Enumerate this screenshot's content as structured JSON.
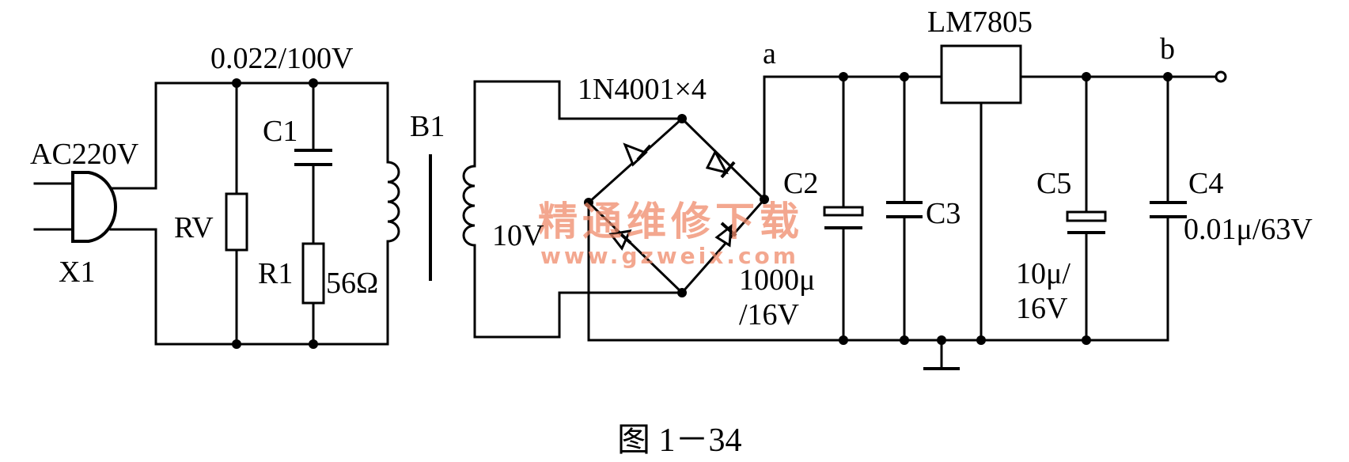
{
  "labels": {
    "ac": "AC220V",
    "plug": "X1",
    "rv": "RV",
    "c1": "C1",
    "c1_value": "0.022/100V",
    "r1": "R1",
    "r1_value": "56Ω",
    "transformer": "B1",
    "secondary": "10V",
    "bridge": "1N4001×4",
    "node_a": "a",
    "node_b": "b",
    "regulator": "LM7805",
    "c2": "C2",
    "c2_value_1": "1000μ",
    "c2_value_2": "/16V",
    "c3": "C3",
    "c5": "C5",
    "c5_value_1": "10μ/",
    "c5_value_2": "16V",
    "c4": "C4",
    "c4_value": "0.01μ/63V"
  },
  "watermark": {
    "text": "精通维修下载",
    "url": "www.gzweix.com"
  },
  "caption": "图 1－34"
}
